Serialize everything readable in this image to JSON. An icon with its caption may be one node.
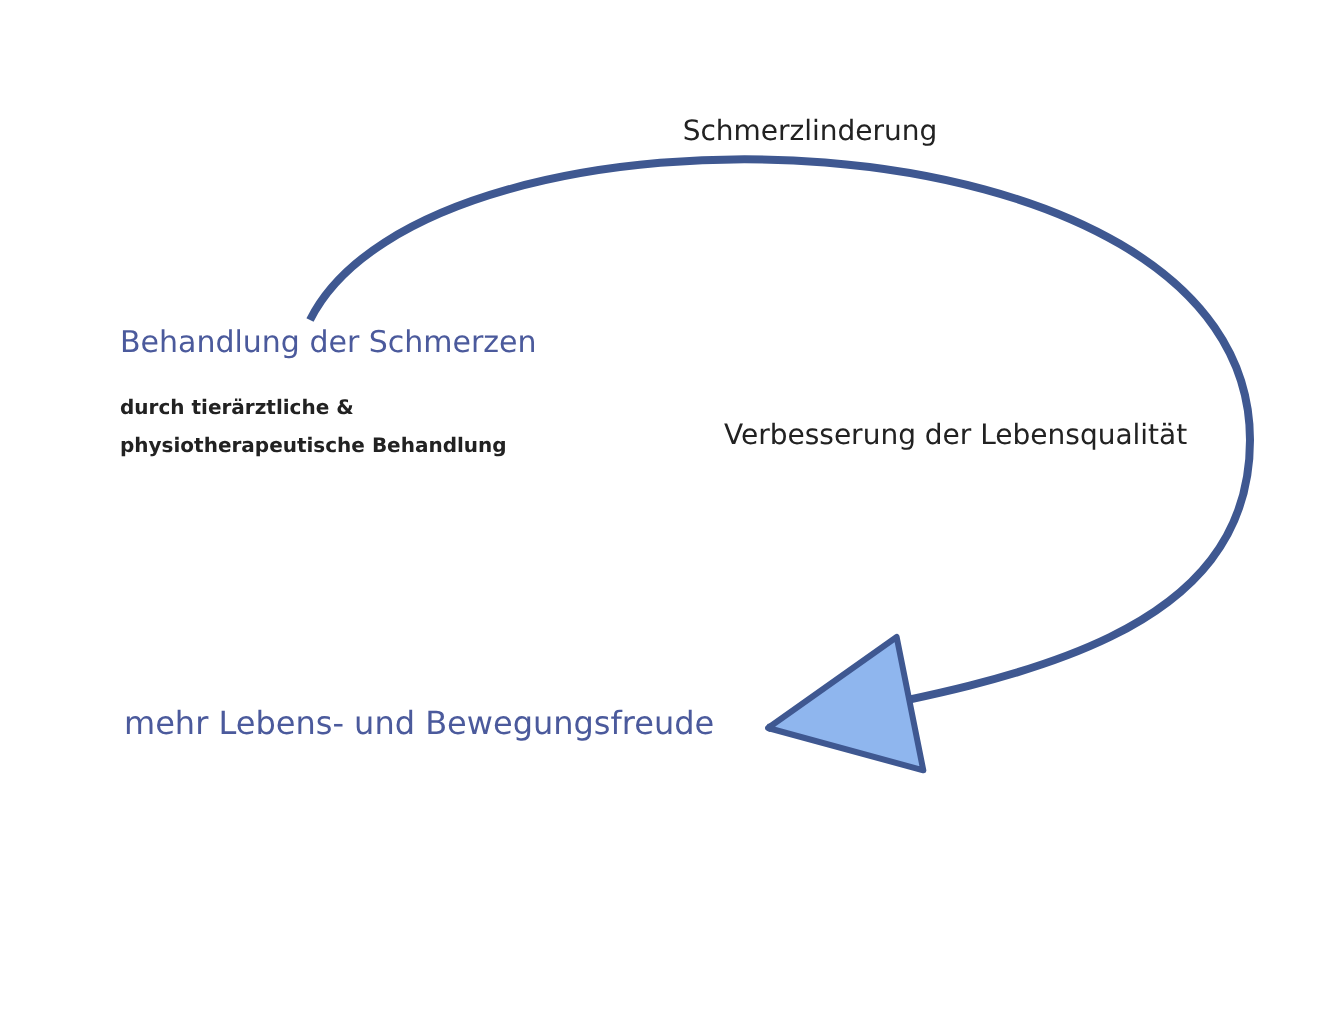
{
  "diagram": {
    "nodes": [
      {
        "text": [
          "Behandlung der Schmerzen",
          "durch tierärztliche & physiotherapeutische Behandlung"
        ]
      },
      {
        "text": [
          "mehr Lebens- und Bewegungsfreude"
        ]
      }
    ],
    "edges": [
      {
        "from": 0,
        "to": 1,
        "arrow": "to"
      }
    ],
    "labels": [
      "Schmerzlinderung",
      "Verbesserung der Lebensqualität"
    ]
  }
}
